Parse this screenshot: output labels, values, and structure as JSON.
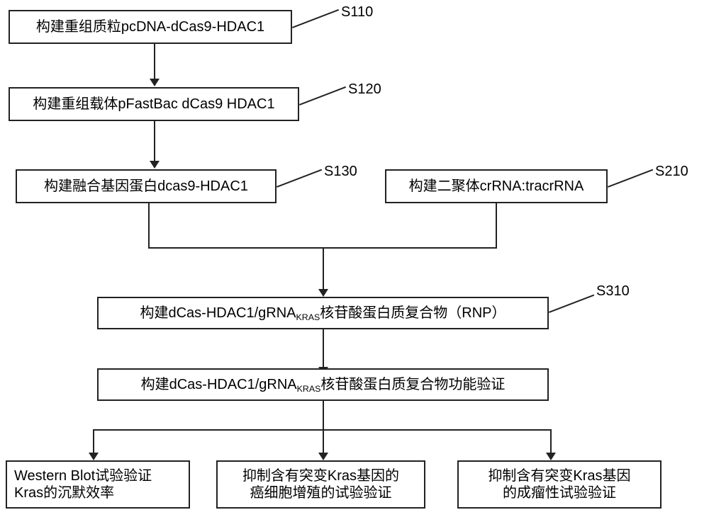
{
  "diagram": {
    "type": "flowchart",
    "title": "",
    "nodes": [
      {
        "id": "S110",
        "text": "构建重组质粒pcDNA-dCas9-HDAC1",
        "tag": "S110"
      },
      {
        "id": "S120",
        "text": "构建重组载体pFastBac dCas9 HDAC1",
        "tag": "S120"
      },
      {
        "id": "S130",
        "text": "构建融合基因蛋白dcas9-HDAC1",
        "tag": "S130"
      },
      {
        "id": "S210",
        "text": "构建二聚体crRNA:tracrRNA",
        "tag": "S210"
      },
      {
        "id": "S310",
        "text_pre": "构建dCas-HDAC1/gRNA",
        "text_sub": "KRAS",
        "text_post": "核苷酸蛋白质复合物（RNP）",
        "tag": "S310"
      },
      {
        "id": "S320",
        "text_pre": "构建dCas-HDAC1/gRNA",
        "text_sub": "KRAS",
        "text_post": "核苷酸蛋白质复合物功能验证",
        "tag": ""
      },
      {
        "id": "R1",
        "line1": "Western Blot试验验证",
        "line2": "Kras的沉默效率",
        "tag": ""
      },
      {
        "id": "R2",
        "line1": "抑制含有突变Kras基因的",
        "line2": "癌细胞增殖的试验验证",
        "tag": ""
      },
      {
        "id": "R3",
        "line1": "抑制含有突变Kras基因",
        "line2": "的成瘤性试验验证",
        "tag": ""
      }
    ]
  }
}
